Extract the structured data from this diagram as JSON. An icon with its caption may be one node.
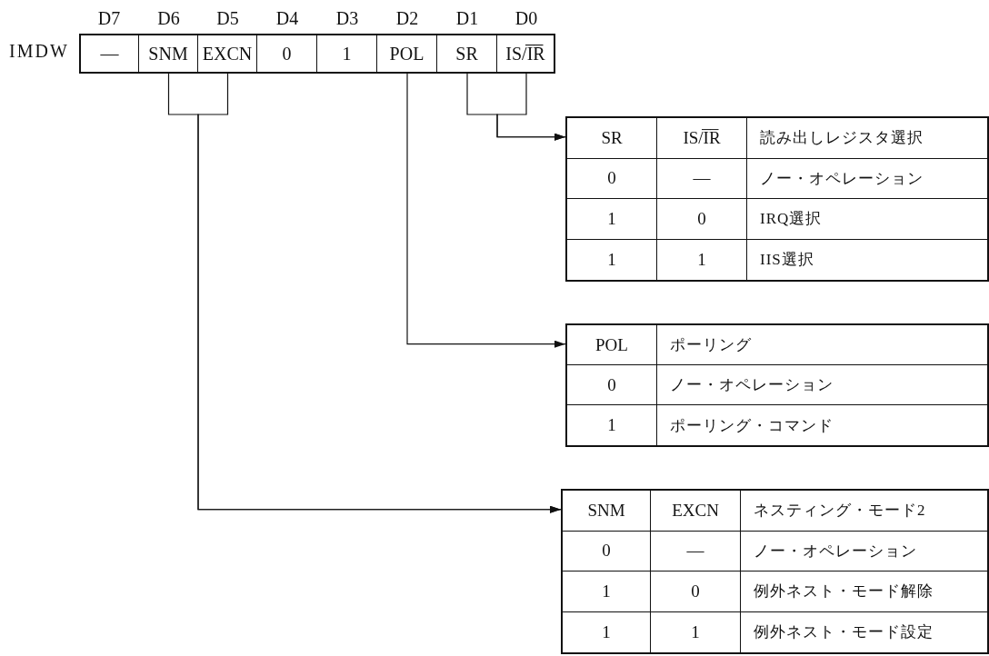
{
  "diagram": {
    "nodes": [
      {
        "text": [
          "—"
        ],
        "beside": [
          "D7"
        ]
      },
      {
        "text": [
          "SNM"
        ],
        "beside": [
          "D6"
        ]
      },
      {
        "text": [
          "EXCN"
        ],
        "beside": [
          "D5"
        ]
      },
      {
        "text": [
          "0"
        ],
        "beside": [
          "D4"
        ]
      },
      {
        "text": [
          "1"
        ],
        "beside": [
          "D3"
        ]
      },
      {
        "text": [
          "POL"
        ],
        "beside": [
          "D2"
        ]
      },
      {
        "text": [
          "SR"
        ],
        "beside": [
          "D1"
        ]
      },
      {
        "text": [
          "IS/I̅R̅"
        ],
        "beside": [
          "D0"
        ]
      },
      {
        "text": [
          "SR",
          "IS/I̅R̅",
          "読み出しレジスタ選択",
          "0",
          "—",
          "ノー・オペレーション",
          "1",
          "0",
          "IRQ選択",
          "1",
          "1",
          "IIS選択"
        ]
      },
      {
        "text": [
          "POL",
          "ポーリング",
          "0",
          "ノー・オペレーション",
          "1",
          "ポーリング・コマンド"
        ]
      },
      {
        "text": [
          "SNM",
          "EXCN",
          "ネスティング・モード2",
          "0",
          "—",
          "ノー・オペレーション",
          "1",
          "0",
          "例外ネスト・モード解除",
          "1",
          "1",
          "例外ネスト・モード設定"
        ]
      }
    ],
    "edges": [
      {
        "from": 1,
        "to": 10,
        "arrow": "to"
      },
      {
        "from": 2,
        "to": 10,
        "arrow": "to"
      },
      {
        "from": 5,
        "to": 9,
        "arrow": "to"
      },
      {
        "from": 6,
        "to": 8,
        "arrow": "to"
      },
      {
        "from": 7,
        "to": 8,
        "arrow": "to"
      }
    ],
    "labels": [
      "IMDW"
    ]
  }
}
